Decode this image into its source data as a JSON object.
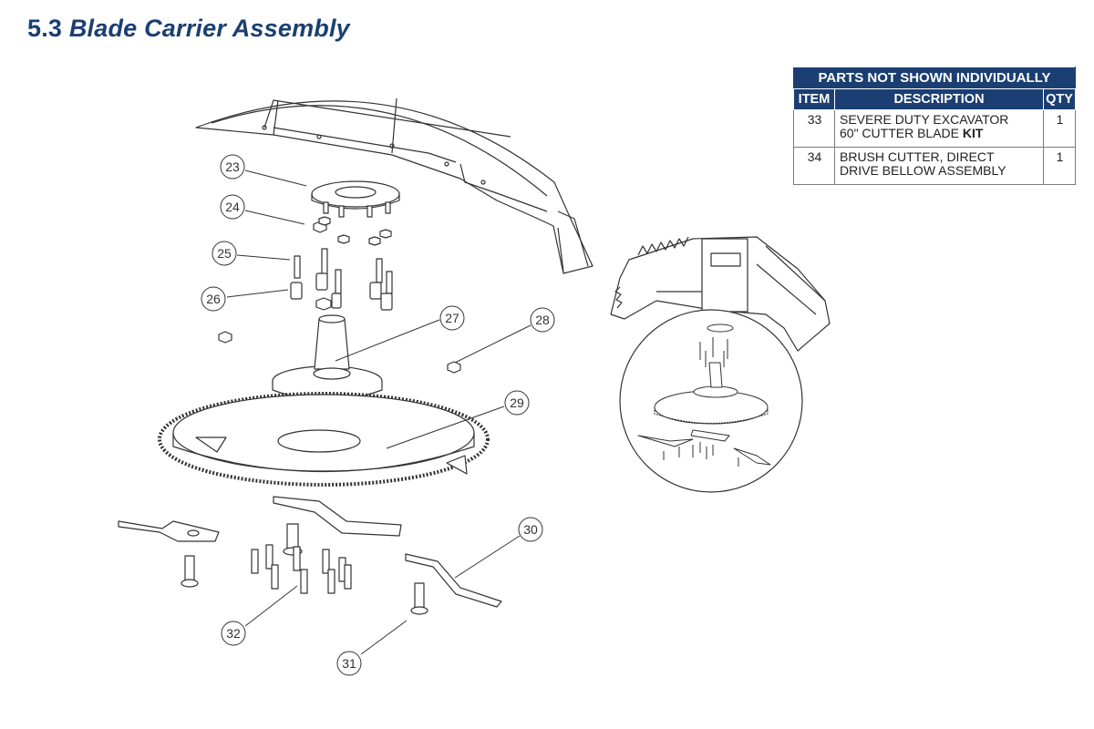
{
  "page": {
    "section_number": "5.3",
    "section_title": "Blade Carrier Assembly"
  },
  "parts_table": {
    "title": "PARTS NOT SHOWN INDIVIDUALLY",
    "headers": {
      "item": "ITEM",
      "description": "DESCRIPTION",
      "qty": "QTY"
    },
    "rows": [
      {
        "item": "33",
        "desc_line1": "SEVERE DUTY EXCAVATOR",
        "desc_line2_text": "60\" CUTTER BLADE ",
        "desc_line2_bold": "KIT",
        "qty": "1"
      },
      {
        "item": "34",
        "desc_line1": "BRUSH CUTTER, DIRECT",
        "desc_line2_text": "DRIVE BELLOW ASSEMBLY",
        "desc_line2_bold": "",
        "qty": "1"
      }
    ]
  },
  "callouts": {
    "c23": "23",
    "c24": "24",
    "c25": "25",
    "c26": "26",
    "c27": "27",
    "c28": "28",
    "c29": "29",
    "c30": "30",
    "c31": "31",
    "c32": "32"
  },
  "colors": {
    "brand_blue": "#1b3f72",
    "line": "#333333"
  }
}
